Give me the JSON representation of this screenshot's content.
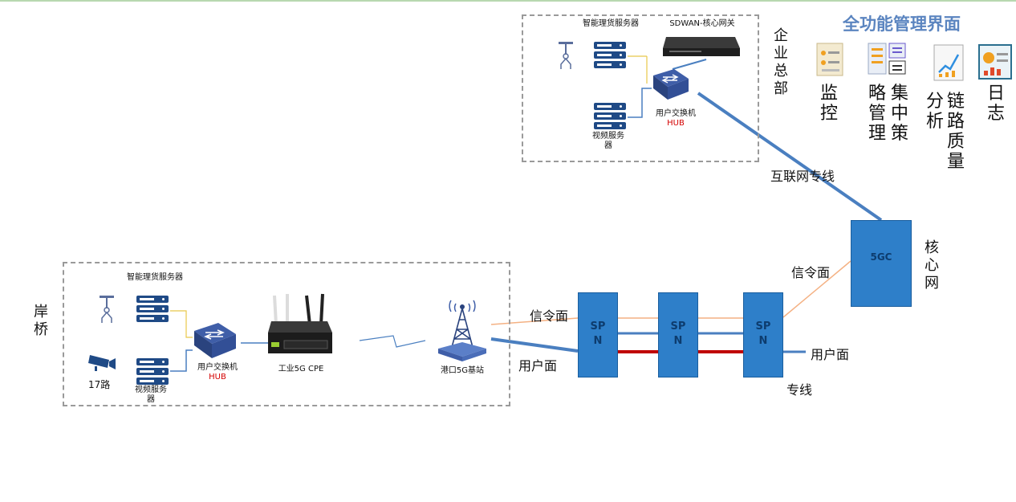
{
  "panel_title": "全功能管理界面",
  "hq": {
    "label": "企业总部",
    "gateway_label": "SDWAN-核心网关",
    "smart_server_label": "智能理货服务器",
    "video_server_label": "视频服务器",
    "switch_label": "用户交换机",
    "hub_label": "HUB"
  },
  "shore": {
    "label": "岸桥",
    "smart_server_label": "智能理货服务器",
    "video_server_label": "视频服务器",
    "switch_label": "用户交换机",
    "hub_label": "HUB",
    "cpe_label": "工业5G CPE",
    "camera_count_label": "17路",
    "base_station_label": "港口5G基站"
  },
  "network": {
    "core_label": "5GC",
    "core_side_label": "核心网",
    "spn_labels": [
      "SP\nN",
      "SP\nN",
      "SP\nN"
    ],
    "internet_line_label": "互联网专线",
    "signal_plane_label_1": "信令面",
    "signal_plane_label_2": "信令面",
    "user_plane_label_1": "用户面",
    "user_plane_label_2": "用户面",
    "dedicated_line_label": "专线"
  },
  "functions": [
    {
      "label": "监控",
      "icon": "monitor-doc-icon"
    },
    {
      "label": "集中策略管理",
      "icon": "policy-list-icon"
    },
    {
      "label": "链路质量分析",
      "icon": "line-chart-icon"
    },
    {
      "label": "日志",
      "icon": "report-icon"
    }
  ],
  "colors": {
    "blue_line": "#4a7fc0",
    "signal_line": "#f4b183",
    "red_line": "#c00000",
    "device_blue": "#2e7fc9"
  }
}
